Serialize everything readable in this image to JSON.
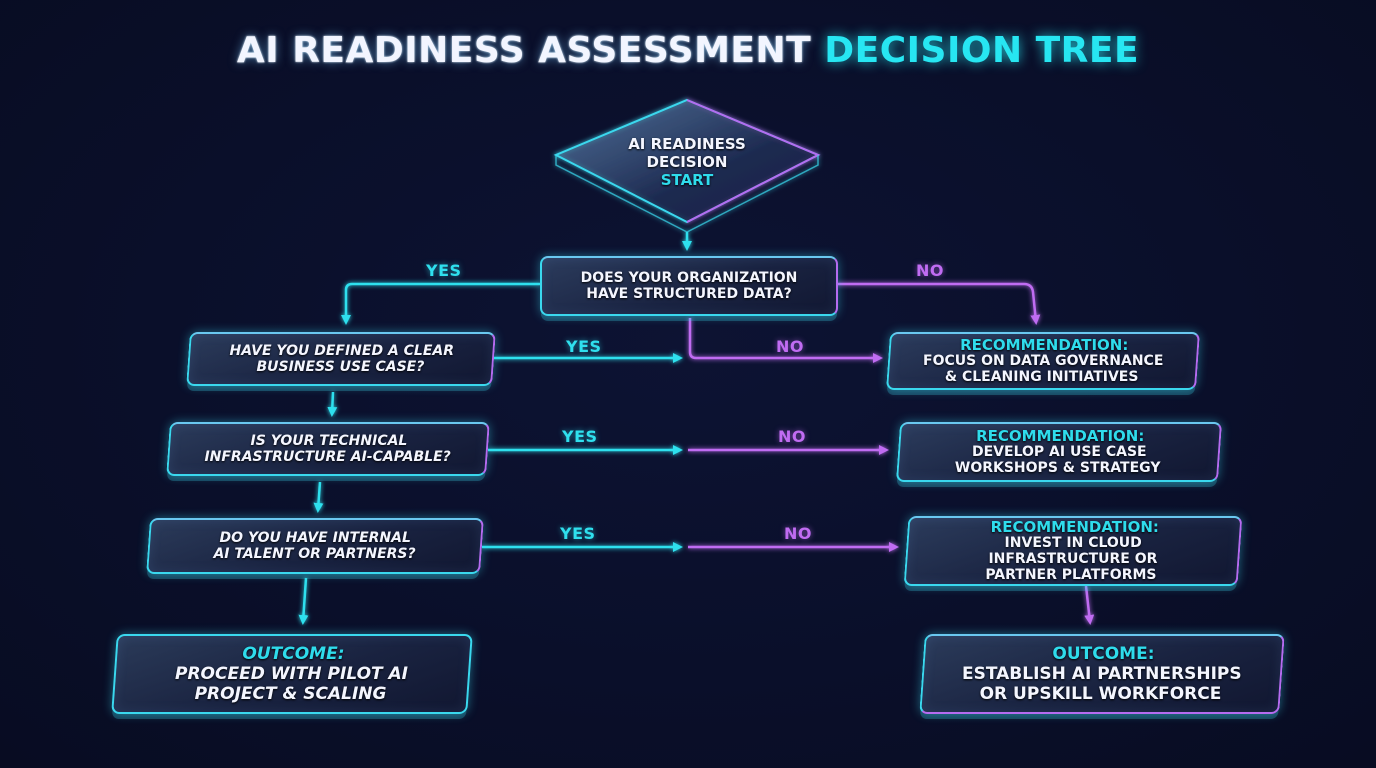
{
  "title": {
    "main": "AI READINESS ASSESSMENT",
    "accent": "DECISION TREE"
  },
  "colors": {
    "background": "#0a0f2a",
    "cyan": "#2fdcec",
    "purple": "#b56cf0",
    "text": "#f4f6ff"
  },
  "start": {
    "line1": "AI READINESS",
    "line2": "DECISION",
    "line3": "START"
  },
  "questions": [
    {
      "line1": "DOES YOUR ORGANIZATION",
      "line2": "HAVE STRUCTURED DATA?"
    },
    {
      "line1": "HAVE YOU DEFINED A CLEAR",
      "line2": "BUSINESS USE CASE?"
    },
    {
      "line1": "IS YOUR TECHNICAL",
      "line2": "INFRASTRUCTURE AI-CAPABLE?"
    },
    {
      "line1": "DO YOU HAVE INTERNAL",
      "line2": "AI TALENT OR PARTNERS?"
    }
  ],
  "recommendations": [
    {
      "label": "RECOMMENDATION:",
      "line1": "FOCUS ON DATA GOVERNANCE",
      "line2": "& CLEANING INITIATIVES"
    },
    {
      "label": "RECOMMENDATION:",
      "line1": "DEVELOP AI USE CASE",
      "line2": "WORKSHOPS & STRATEGY"
    },
    {
      "label": "RECOMMENDATION:",
      "line1": "INVEST IN CLOUD",
      "line2": "INFRASTRUCTURE OR",
      "line3": "PARTNER PLATFORMS"
    }
  ],
  "outcomes": [
    {
      "label": "OUTCOME:",
      "line1": "PROCEED WITH PILOT AI",
      "line2": "PROJECT & SCALING"
    },
    {
      "label": "OUTCOME:",
      "line1": "ESTABLISH AI PARTNERSHIPS",
      "line2": "OR UPSKILL WORKFORCE"
    }
  ],
  "edges": {
    "yes": "YES",
    "no": "NO"
  }
}
